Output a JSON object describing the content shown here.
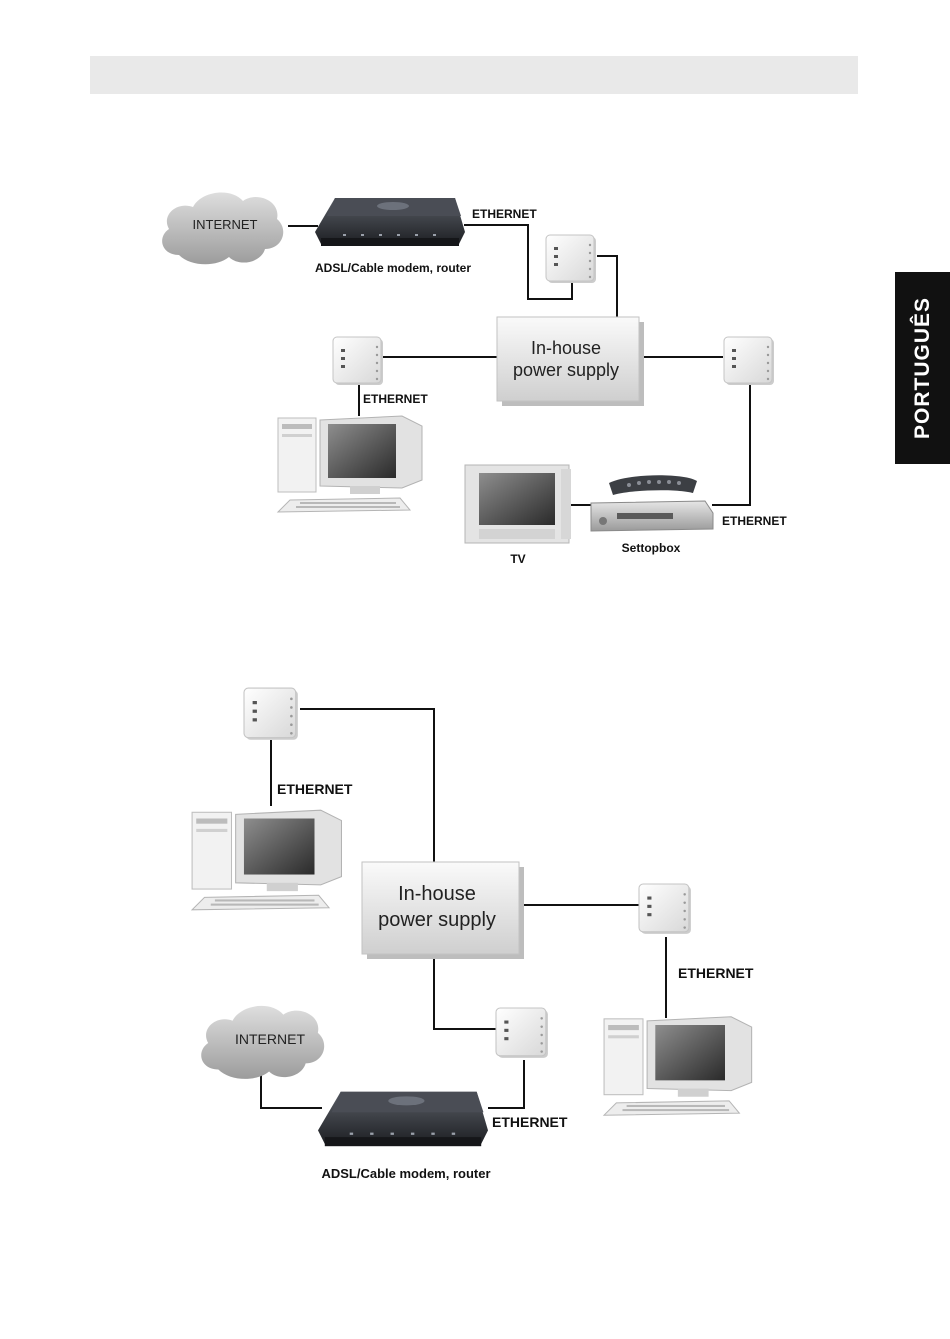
{
  "side_tab": {
    "label": "PORTUGUÊS"
  },
  "diagram1": {
    "internet": "INTERNET",
    "modem_caption": "ADSL/Cable modem, router",
    "ethernet_modem": "ETHERNET",
    "supply_line1": "In-house",
    "supply_line2": "power supply",
    "ethernet_pc": "ETHERNET",
    "ethernet_stb": "ETHERNET",
    "tv": "TV",
    "settopbox": "Settopbox"
  },
  "diagram2": {
    "ethernet_pc_top": "ETHERNET",
    "supply_line1": "In-house",
    "supply_line2": "power supply",
    "ethernet_pc_right": "ETHERNET",
    "internet": "INTERNET",
    "ethernet_modem": "ETHERNET",
    "modem_caption": "ADSL/Cable modem, router"
  }
}
